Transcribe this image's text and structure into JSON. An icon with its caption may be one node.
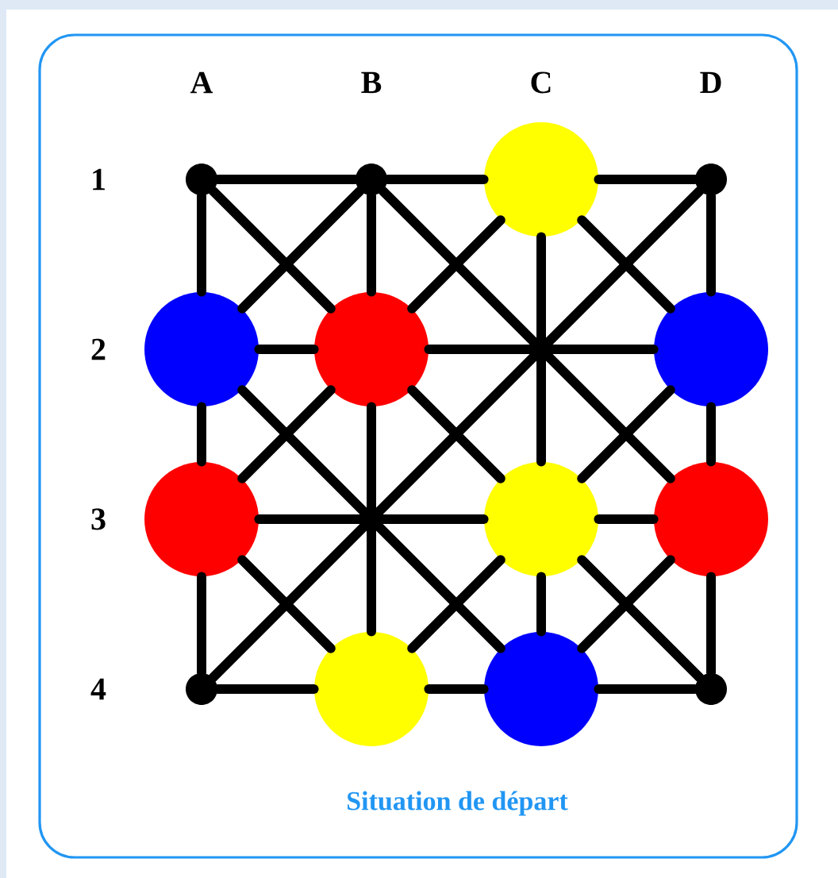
{
  "diagram": {
    "caption": "Situation de départ",
    "nodes": [
      {
        "text": [],
        "shape": "dot"
      },
      {
        "text": [],
        "shape": "dot"
      },
      {
        "text": [],
        "shape": "circle"
      },
      {
        "text": [],
        "shape": "dot"
      },
      {
        "text": [],
        "shape": "circle"
      },
      {
        "text": [],
        "shape": "circle"
      },
      {
        "text": [],
        "shape": "circle"
      },
      {
        "text": [],
        "shape": "circle"
      },
      {
        "text": [],
        "shape": "circle"
      },
      {
        "text": [],
        "shape": "circle"
      },
      {
        "text": [],
        "shape": "dot"
      },
      {
        "text": [],
        "shape": "circle"
      },
      {
        "text": [],
        "shape": "circle"
      },
      {
        "text": [],
        "shape": "dot"
      }
    ],
    "edges": [
      {
        "from": 0,
        "to": 1,
        "arrow": "none"
      },
      {
        "from": 1,
        "to": 2,
        "arrow": "none"
      },
      {
        "from": 2,
        "to": 3,
        "arrow": "none"
      },
      {
        "from": 4,
        "to": 5,
        "arrow": "none"
      },
      {
        "from": 5,
        "to": 6,
        "arrow": "none"
      },
      {
        "from": 7,
        "to": 8,
        "arrow": "none"
      },
      {
        "from": 8,
        "to": 9,
        "arrow": "none"
      },
      {
        "from": 10,
        "to": 11,
        "arrow": "none"
      },
      {
        "from": 11,
        "to": 12,
        "arrow": "none"
      },
      {
        "from": 12,
        "to": 13,
        "arrow": "none"
      },
      {
        "from": 0,
        "to": 4,
        "arrow": "none"
      },
      {
        "from": 4,
        "to": 7,
        "arrow": "none"
      },
      {
        "from": 7,
        "to": 10,
        "arrow": "none"
      },
      {
        "from": 1,
        "to": 5,
        "arrow": "none"
      },
      {
        "from": 5,
        "to": 11,
        "arrow": "none"
      },
      {
        "from": 2,
        "to": 8,
        "arrow": "none"
      },
      {
        "from": 8,
        "to": 12,
        "arrow": "none"
      },
      {
        "from": 3,
        "to": 6,
        "arrow": "none"
      },
      {
        "from": 6,
        "to": 9,
        "arrow": "none"
      },
      {
        "from": 9,
        "to": 13,
        "arrow": "none"
      },
      {
        "from": 0,
        "to": 5,
        "arrow": "none"
      },
      {
        "from": 1,
        "to": 9,
        "arrow": "none"
      },
      {
        "from": 2,
        "to": 6,
        "arrow": "none"
      },
      {
        "from": 4,
        "to": 12,
        "arrow": "none"
      },
      {
        "from": 5,
        "to": 8,
        "arrow": "none"
      },
      {
        "from": 7,
        "to": 11,
        "arrow": "none"
      },
      {
        "from": 8,
        "to": 13,
        "arrow": "none"
      },
      {
        "from": 1,
        "to": 4,
        "arrow": "none"
      },
      {
        "from": 2,
        "to": 5,
        "arrow": "none"
      },
      {
        "from": 3,
        "to": 10,
        "arrow": "none"
      },
      {
        "from": 5,
        "to": 7,
        "arrow": "none"
      },
      {
        "from": 6,
        "to": 8,
        "arrow": "none"
      },
      {
        "from": 8,
        "to": 11,
        "arrow": "none"
      },
      {
        "from": 9,
        "to": 12,
        "arrow": "none"
      }
    ],
    "labels": [
      "A",
      "B",
      "C",
      "D",
      "1",
      "2",
      "3",
      "4"
    ]
  }
}
